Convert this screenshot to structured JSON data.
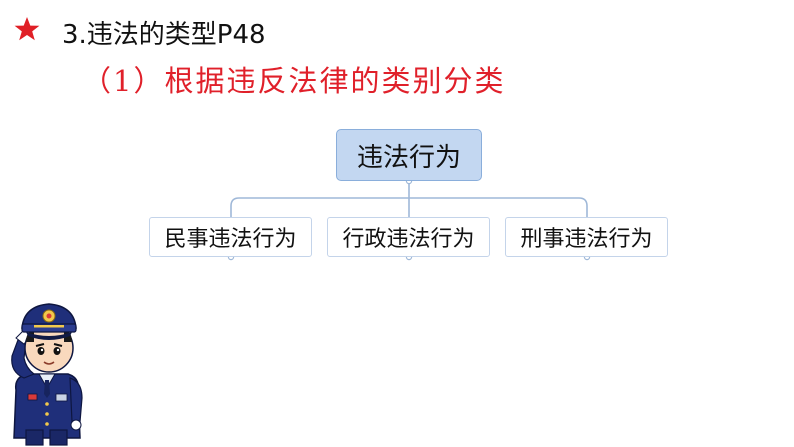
{
  "section": {
    "heading": "3.违法的类型P48",
    "subheading": "（1）根据违反法律的类别分类"
  },
  "diagram": {
    "root": "违法行为",
    "children": [
      "民事违法行为",
      "行政违法行为",
      "刑事违法行为"
    ]
  },
  "colors": {
    "star": "#e01f26",
    "subheading": "#e0202a",
    "root_fill": "#c3d7f1",
    "root_border": "#8aaedb",
    "child_border": "#c4d4ea",
    "connector": "#9fb8d8"
  },
  "icons": [
    "star-icon",
    "police-officer-illustration"
  ]
}
